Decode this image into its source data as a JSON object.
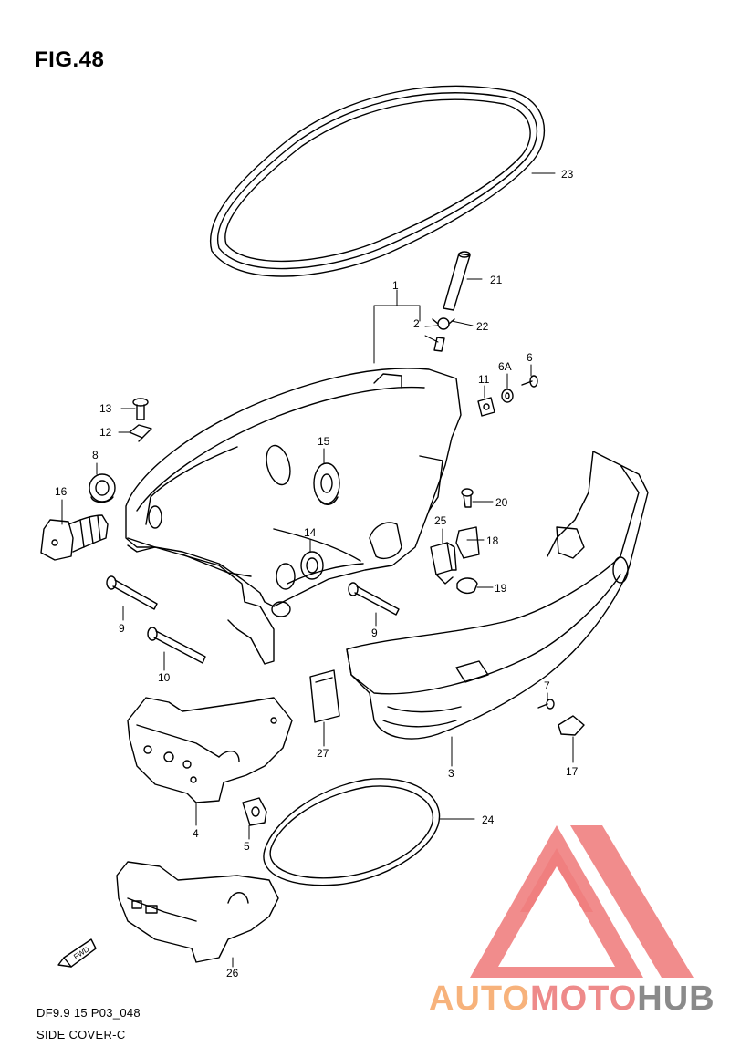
{
  "title": "FIG.48",
  "footer": {
    "model_ref": "DF9.9 15 P03_048",
    "caption": "SIDE COVER-C"
  },
  "watermark": {
    "part1": "AUTO",
    "part2": "MOTO",
    "part3": "HUB",
    "colors": {
      "auto": "#f7b27b",
      "moto": "#ee8a8a",
      "hub": "#8a8a8a",
      "logo": "#f07f7f"
    }
  },
  "fwd_marker": "FWD",
  "callouts": [
    "1",
    "2",
    "3",
    "4",
    "5",
    "6",
    "6A",
    "7",
    "8",
    "9",
    "9",
    "10",
    "11",
    "12",
    "13",
    "14",
    "15",
    "16",
    "17",
    "18",
    "19",
    "20",
    "21",
    "22",
    "23",
    "24",
    "25",
    "26",
    "27"
  ]
}
